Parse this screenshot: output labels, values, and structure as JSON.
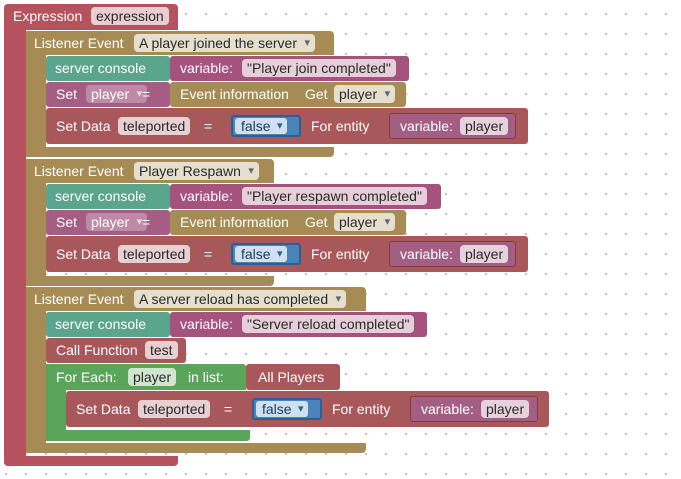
{
  "palette": {
    "expression_block": "#b5525d",
    "listener_block": "#a68b54",
    "console_block": "#5ba58c",
    "text_block": "#a5527f",
    "set_block": "#a55e83",
    "event_info_block": "#a68b54",
    "set_data_block": "#a8575a",
    "for_each_block": "#5ba55b",
    "boolean_block": "#4a83b8"
  },
  "workspace": {
    "background": "dotted-grid"
  },
  "expression": {
    "label": "Expression",
    "name": "expression"
  },
  "listeners": [
    {
      "label": "Listener Event",
      "event": "A player joined the server",
      "console": {
        "label": "server console",
        "var_label": "variable:",
        "text": "\"Player join completed\""
      },
      "set": {
        "label": "Set",
        "var": "player",
        "eq": "=",
        "info_label": "Event information",
        "get_label": "Get",
        "get_value": "player"
      },
      "set_data": {
        "label": "Set Data",
        "key": "teleported",
        "eq": "=",
        "value": "false",
        "for_label": "For entity",
        "var_label": "variable:",
        "var": "player"
      }
    },
    {
      "label": "Listener Event",
      "event": "Player Respawn",
      "console": {
        "label": "server console",
        "var_label": "variable:",
        "text": "\"Player respawn completed\""
      },
      "set": {
        "label": "Set",
        "var": "player",
        "eq": "=",
        "info_label": "Event information",
        "get_label": "Get",
        "get_value": "player"
      },
      "set_data": {
        "label": "Set Data",
        "key": "teleported",
        "eq": "=",
        "value": "false",
        "for_label": "For entity",
        "var_label": "variable:",
        "var": "player"
      }
    },
    {
      "label": "Listener Event",
      "event": "A server reload has completed",
      "console": {
        "label": "server console",
        "var_label": "variable:",
        "text": "\"Server reload completed\""
      },
      "call": {
        "label": "Call Function",
        "name": "test"
      },
      "for_each": {
        "label": "For Each:",
        "var": "player",
        "in_label": "in list:",
        "list": "All Players"
      },
      "set_data": {
        "label": "Set Data",
        "key": "teleported",
        "eq": "=",
        "value": "false",
        "for_label": "For entity",
        "var_label": "variable:",
        "var": "player"
      }
    }
  ]
}
